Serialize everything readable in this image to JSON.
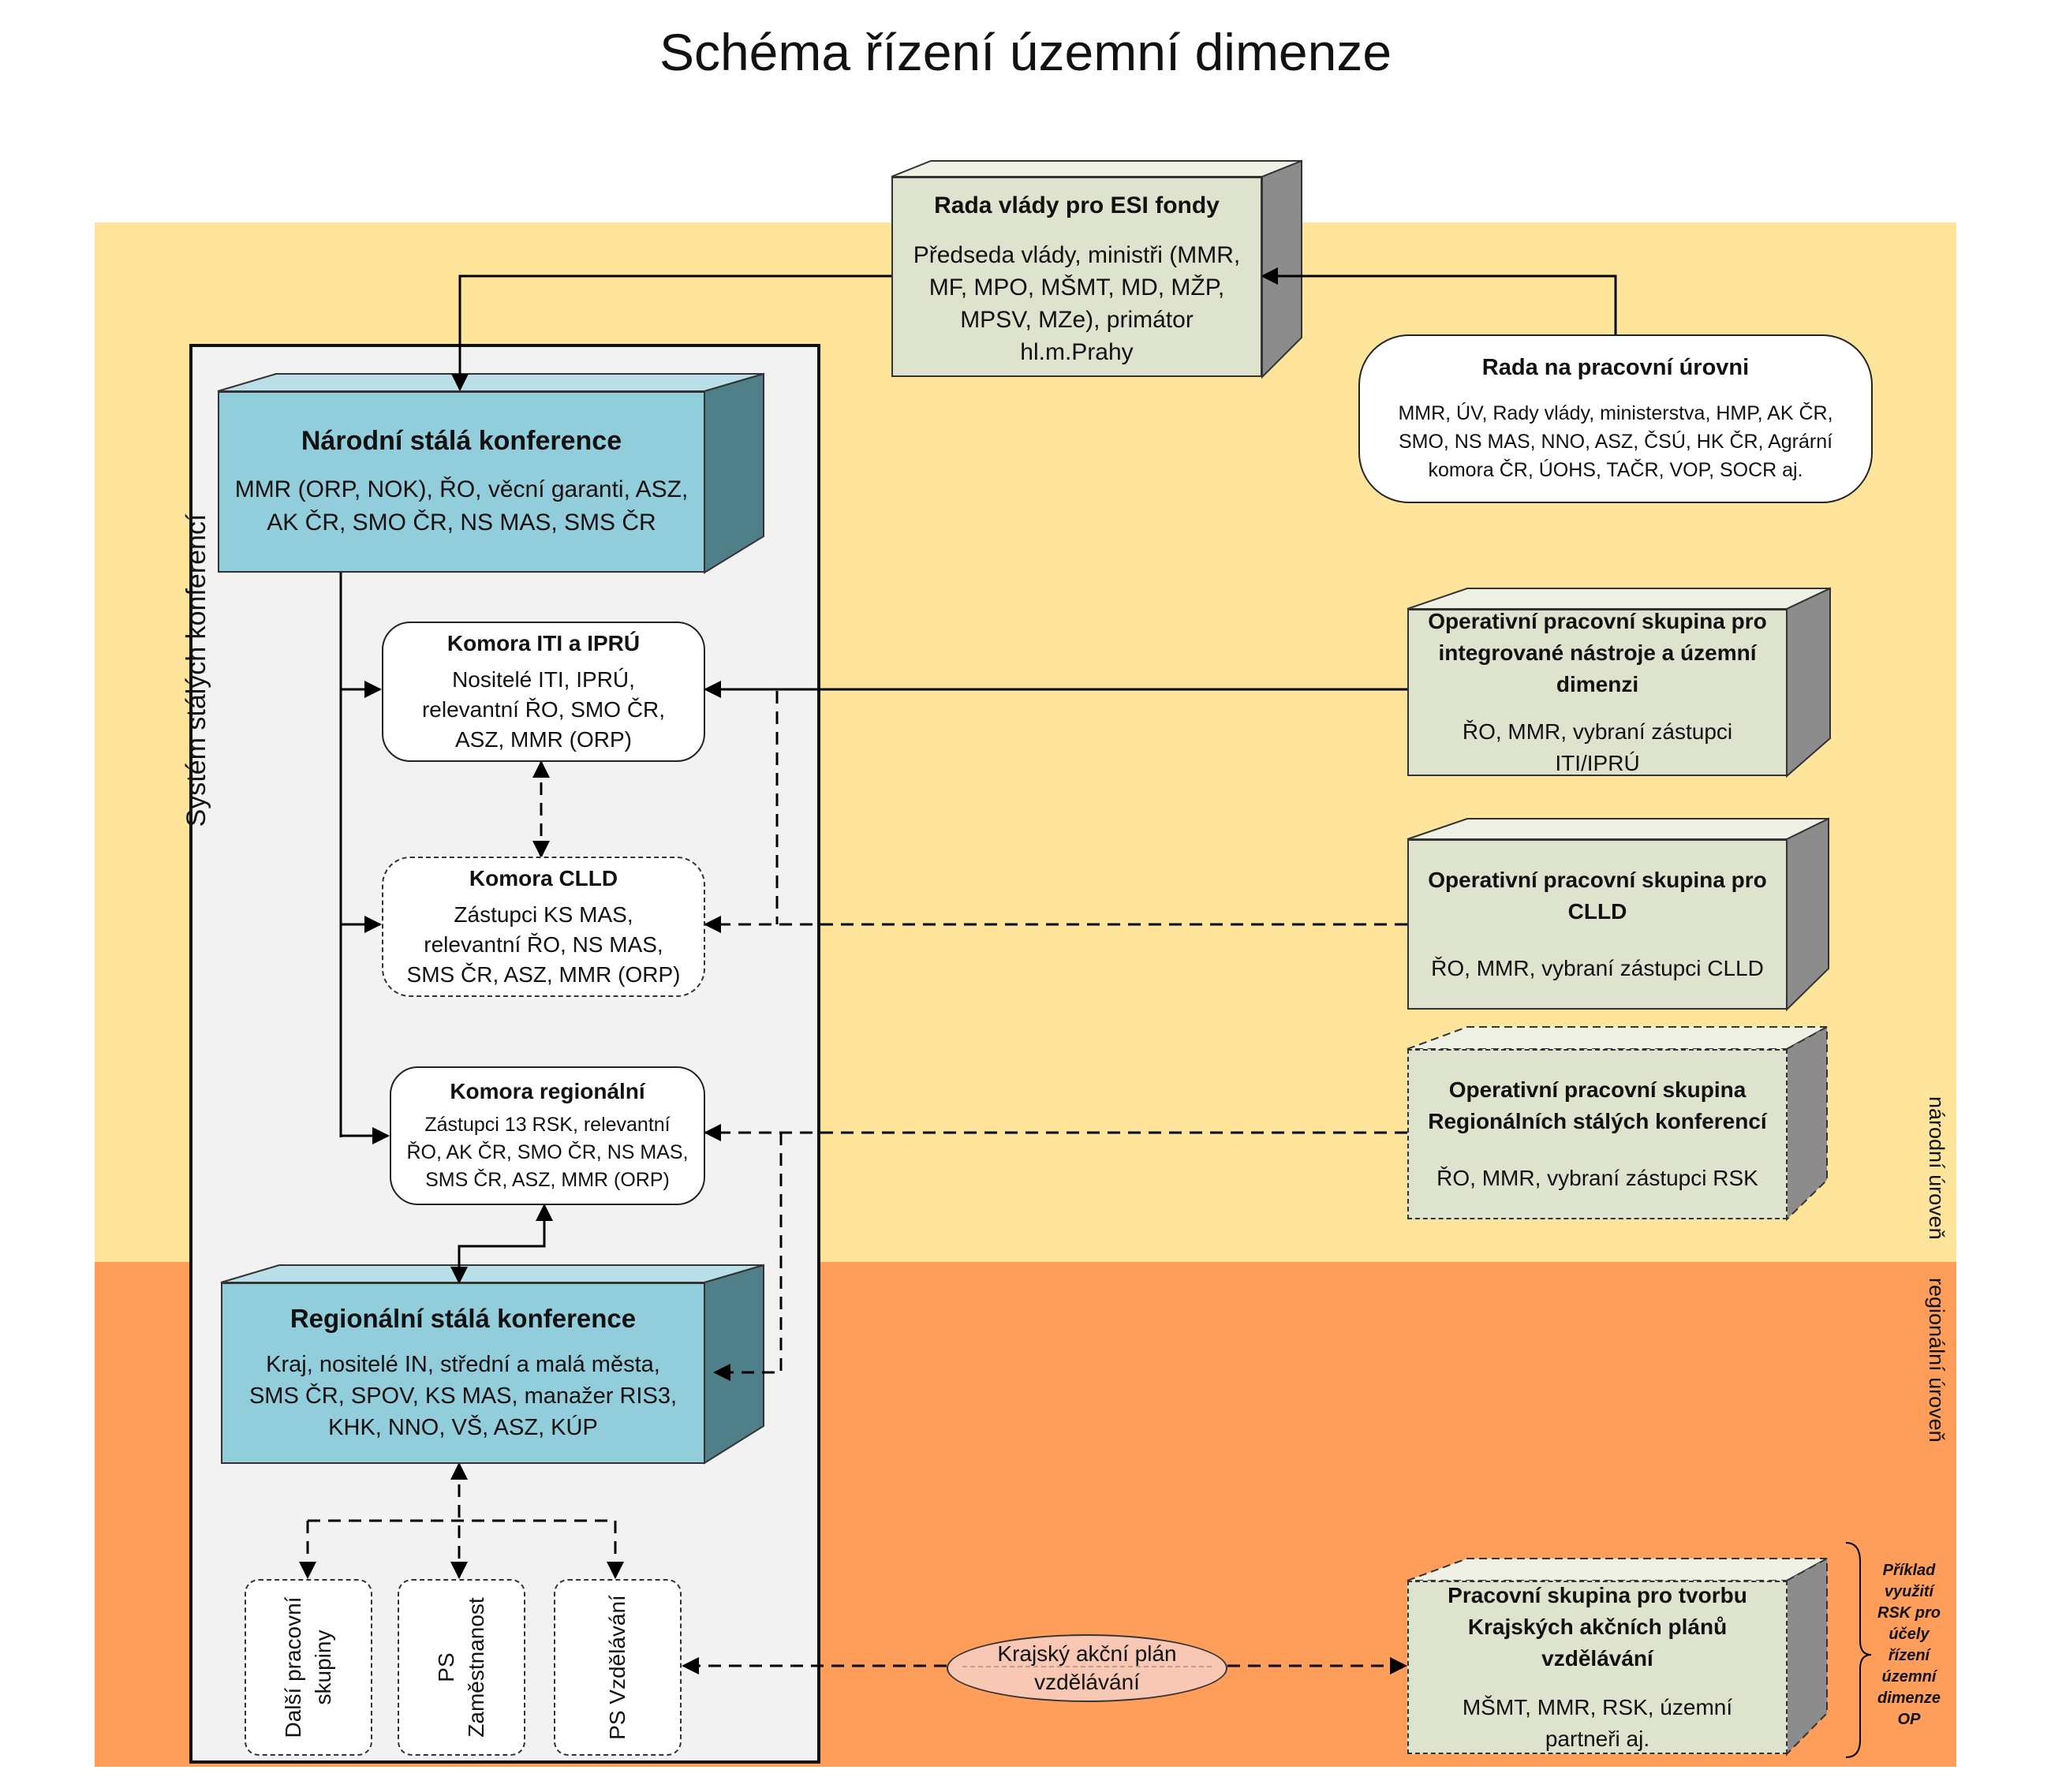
{
  "title": "Schéma řízení územní dimenze",
  "levels": {
    "national": "národní úroveň",
    "regional": "regionální úroveň"
  },
  "system_label": "Systém stálých konferencí",
  "rada_vlady": {
    "title": "Rada vlády pro ESI fondy",
    "body": [
      "Předseda vlády, ministři (MMR,",
      "MF, MPO, MŠMT, MD, MŽP,",
      "MPSV, MZe), primátor",
      "hl.m.Prahy"
    ]
  },
  "rada_pracovni": {
    "title": "Rada na pracovní úrovni",
    "body": [
      "MMR, ÚV, Rady vlády, ministerstva, HMP, AK ČR,",
      "SMO, NS MAS, NNO, ASZ, ČSÚ, HK ČR, Agrární",
      "komora ČR, ÚOHS, TAČR, VOP, SOCR aj."
    ]
  },
  "narodni": {
    "title": "Národní stálá konference",
    "body": [
      "MMR (ORP, NOK), ŘO, věcní garanti, ASZ,",
      "AK ČR, SMO ČR, NS MAS, SMS ČR"
    ]
  },
  "komora_iti": {
    "title": "Komora ITI a IPRÚ",
    "body": [
      "Nositelé ITI, IPRÚ,",
      "relevantní ŘO, SMO ČR,",
      "ASZ, MMR (ORP)"
    ]
  },
  "komora_clld": {
    "title": "Komora CLLD",
    "body": [
      "Zástupci KS MAS,",
      "relevantní ŘO, NS MAS,",
      "SMS ČR, ASZ, MMR (ORP)"
    ]
  },
  "komora_reg": {
    "title": "Komora regionální",
    "body": [
      "Zástupci 13 RSK, relevantní",
      "ŘO, AK ČR, SMO ČR, NS MAS,",
      "SMS ČR, ASZ, MMR (ORP)"
    ]
  },
  "regionalni": {
    "title": "Regionální stálá konference",
    "body": [
      "Kraj, nositelé IN, střední a malá města,",
      "SMS ČR, SPOV, KS MAS, manažer RIS3,",
      "KHK, NNO, VŠ, ASZ, KÚP"
    ]
  },
  "ops_iti": {
    "title": [
      "Operativní pracovní skupina pro",
      "integrované nástroje a územní",
      "dimenzi"
    ],
    "body": [
      "ŘO, MMR, vybraní zástupci",
      "ITI/IPRÚ"
    ]
  },
  "ops_clld": {
    "title": [
      "Operativní pracovní skupina pro",
      "CLLD"
    ],
    "body": [
      "ŘO, MMR, vybraní zástupci CLLD"
    ]
  },
  "ops_rsk": {
    "title": [
      "Operativní pracovní skupina",
      "Regionálních stálých konferencí"
    ],
    "body": [
      "ŘO, MMR, vybraní zástupci RSK"
    ]
  },
  "ps_kap": {
    "title": [
      "Pracovní skupina pro tvorbu",
      "Krajských akčních plánů",
      "vzdělávání"
    ],
    "body": [
      "MŠMT, MMR, RSK, územní",
      "partneři aj."
    ]
  },
  "small": {
    "dalsi": [
      "Další pracovní",
      "skupiny"
    ],
    "zam": [
      "PS",
      "Zaměstnanost"
    ],
    "vzd": [
      "PS Vzdělávání"
    ]
  },
  "kap_ellipse": [
    "Krajský akční plán",
    "vzdělávání"
  ],
  "note": [
    "Příklad",
    "využití",
    "RSK pro",
    "účely",
    "řízení",
    "územní",
    "dimenze",
    "OP"
  ],
  "colors": {
    "national_band": "#ffe49c",
    "regional_band": "#ff9d5b",
    "teal": "#92cddc",
    "teal_dark": "#4f7f88",
    "gray": "#dde3cc",
    "gray_dark": "#8c8c8c",
    "ellipse": "#f8c8b4"
  }
}
